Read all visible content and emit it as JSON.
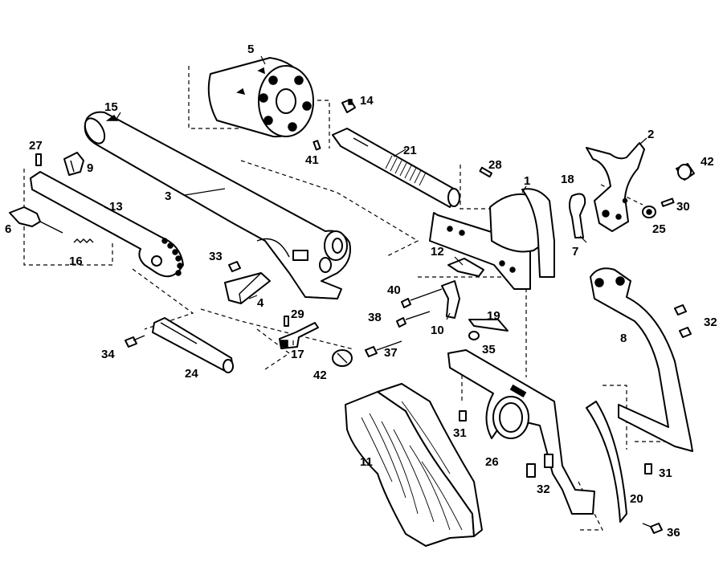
{
  "callouts": {
    "n1": "1",
    "n2": "2",
    "n3": "3",
    "n4": "4",
    "n5": "5",
    "n6": "6",
    "n7": "7",
    "n8": "8",
    "n9": "9",
    "n10": "10",
    "n11": "11",
    "n12": "12",
    "n13": "13",
    "n14": "14",
    "n15": "15",
    "n16": "16",
    "n17": "17",
    "n18": "18",
    "n19": "19",
    "n20": "20",
    "n21": "21",
    "n24": "24",
    "n25": "25",
    "n26": "26",
    "n27": "27",
    "n28": "28",
    "n29": "29",
    "n30": "30",
    "n31": "31",
    "n32": "32",
    "n33": "33",
    "n34": "34",
    "n35": "35",
    "n36": "36",
    "n37": "37",
    "n38": "38",
    "n40": "40",
    "n41": "41",
    "n42": "42"
  }
}
